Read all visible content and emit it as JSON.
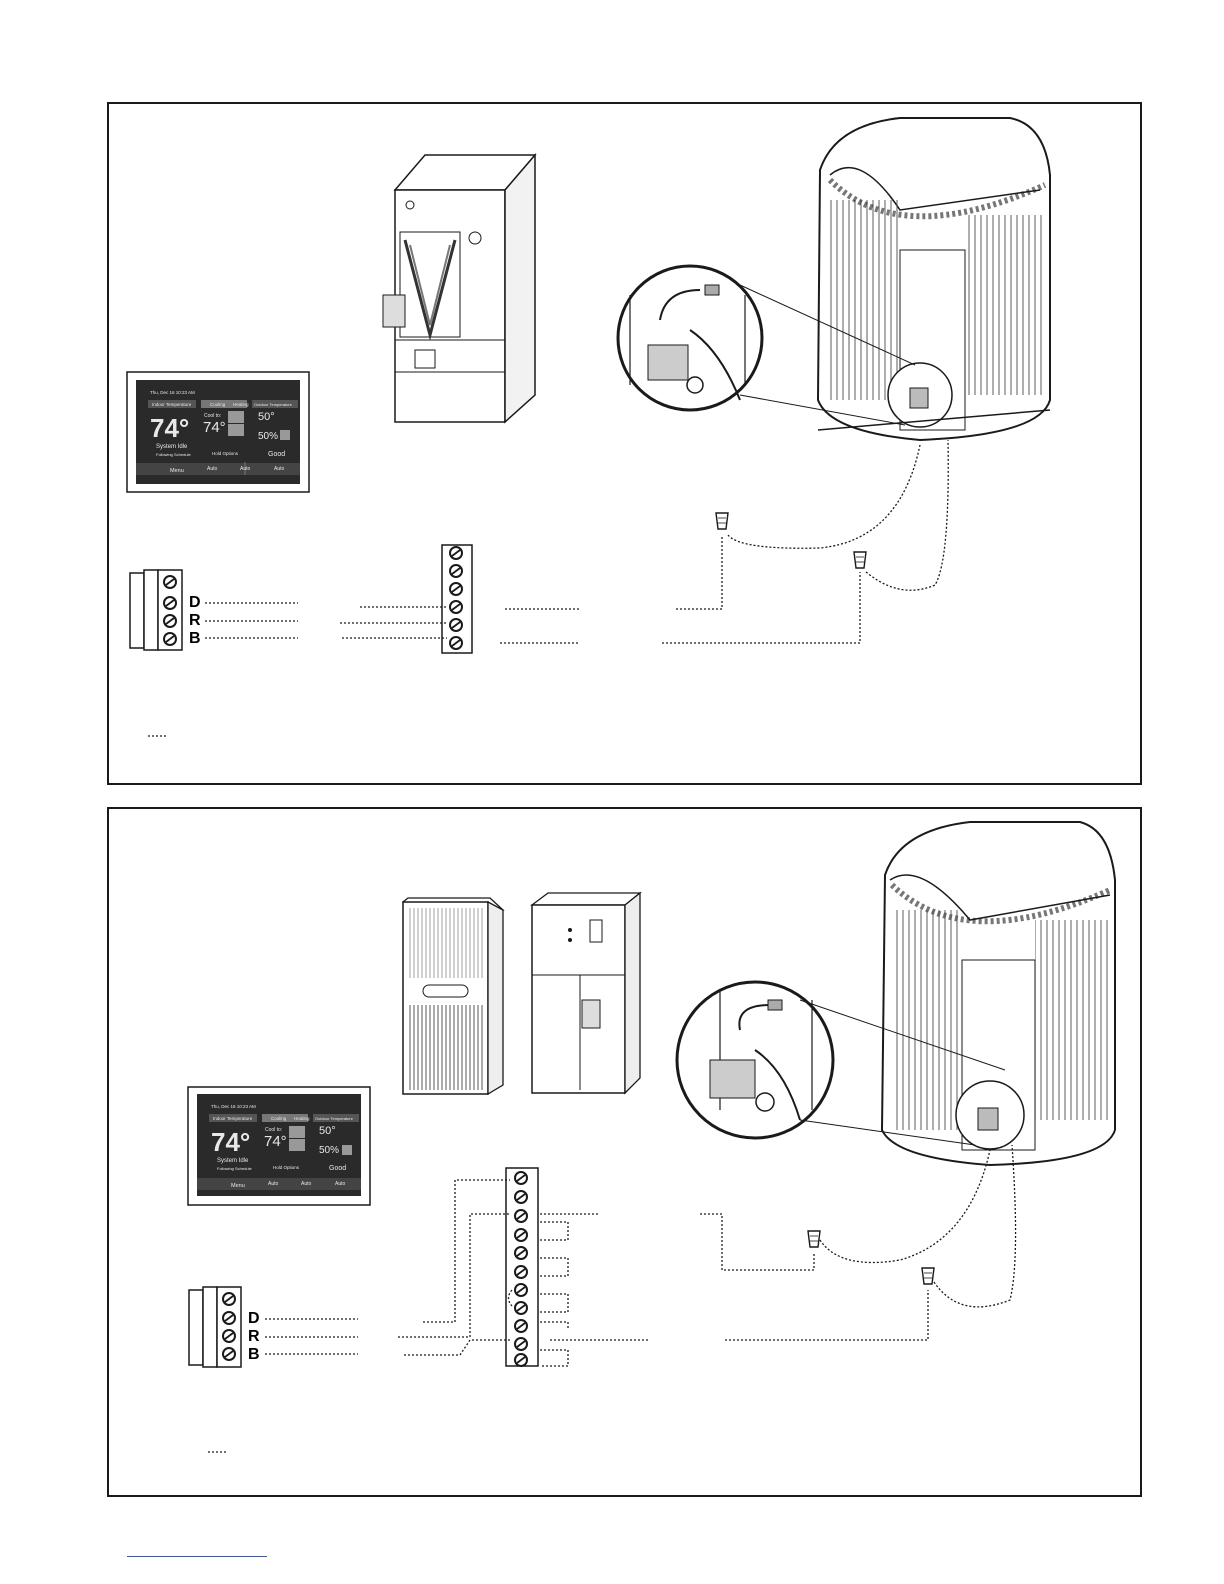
{
  "top_diagram": {
    "terminal_labels": [
      "D",
      "R",
      "B"
    ],
    "thermostat": {
      "date_time": "Thu, Dec 16   10:23 AM",
      "indoor_label": "Indoor Temperature",
      "indoor_temp": "74°",
      "system_status": "System Idle",
      "schedule_text": "Following Schedule",
      "mode_cooling": "Cooling",
      "mode_heating": "Heating",
      "cool_to": "Cool to:",
      "setpoint": "74°",
      "outdoor_label": "Outdoor Temperature",
      "outdoor_temp": "50°",
      "humidity": "50%",
      "air_quality": "Good",
      "hold_options": "Hold Options",
      "menu": "Menu",
      "auto_1": "Auto",
      "auto_2": "Auto",
      "auto_3": "Auto"
    }
  },
  "bottom_diagram": {
    "terminal_labels": [
      "D",
      "R",
      "B"
    ],
    "thermostat": {
      "date_time": "Thu, Dec 16   10:23 AM",
      "indoor_label": "Indoor Temperature",
      "indoor_temp": "74°",
      "system_status": "System Idle",
      "schedule_text": "Following Schedule",
      "mode_cooling": "Cooling",
      "mode_heating": "Heating",
      "cool_to": "Cool to:",
      "setpoint": "74°",
      "outdoor_label": "Outdoor Temperature",
      "outdoor_temp": "50°",
      "humidity": "50%",
      "air_quality": "Good",
      "hold_options": "Hold Options",
      "menu": "Menu",
      "auto_1": "Auto",
      "auto_2": "Auto",
      "auto_3": "Auto"
    }
  },
  "colors": {
    "line": "#1a1a1a",
    "screen": "#2a2a2a",
    "link": "#3355cc"
  },
  "icons": [
    "condenser-unit-icon",
    "air-handler-icon",
    "furnace-icon",
    "thermostat-icon",
    "wire-nut-icon",
    "terminal-block-icon"
  ]
}
